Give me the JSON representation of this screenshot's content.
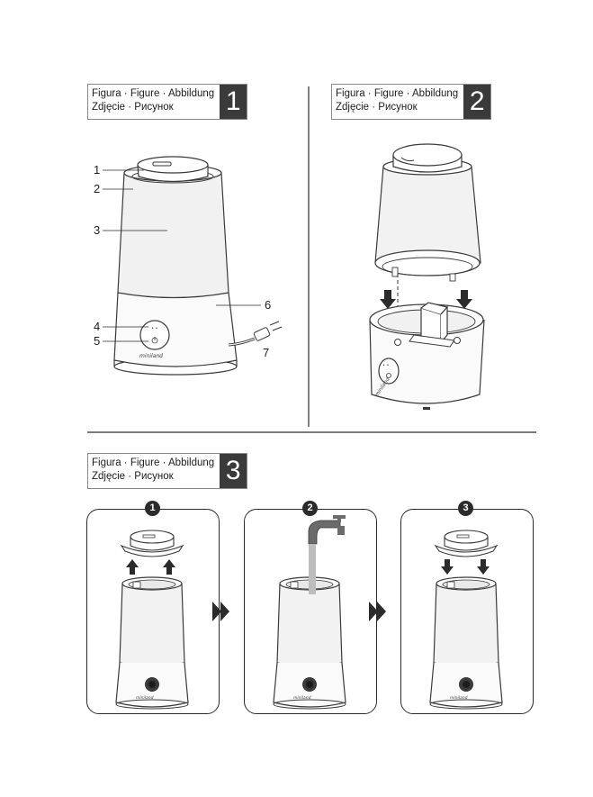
{
  "figures": [
    {
      "line1": "Figura · Figure · Abbildung",
      "line2": "Zdjęcie · Рисунок",
      "number": "1"
    },
    {
      "line1": "Figura · Figure · Abbildung",
      "line2": "Zdjęcie · Рисунок",
      "number": "2"
    },
    {
      "line1": "Figura · Figure · Abbildung",
      "line2": "Zdjęcie · Рисунок",
      "number": "3"
    }
  ],
  "callouts": [
    "1",
    "2",
    "3",
    "4",
    "5",
    "6",
    "7"
  ],
  "steps": [
    "1",
    "2",
    "3"
  ],
  "brand": "miniland"
}
